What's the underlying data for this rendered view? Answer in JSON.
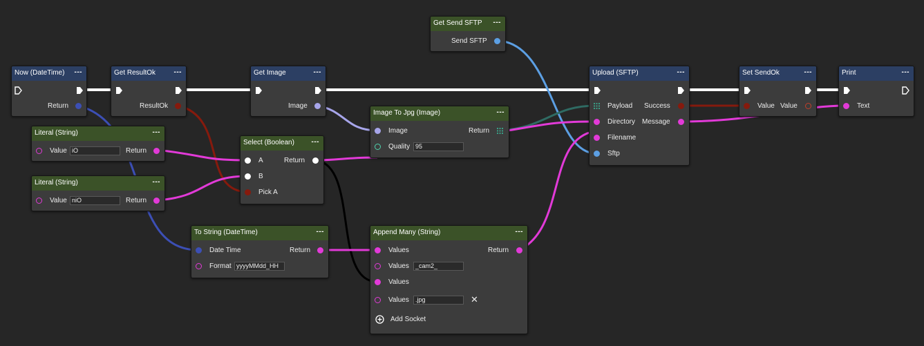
{
  "nodes": {
    "now": {
      "title": "Now (DateTime)",
      "menu": "---",
      "return_label": "Return"
    },
    "get_result_ok": {
      "title": "Get ResultOk",
      "menu": "---",
      "pin_label": "ResultOk"
    },
    "get_image": {
      "title": "Get Image",
      "menu": "---",
      "pin_label": "Image"
    },
    "get_send_sftp": {
      "title": "Get Send SFTP",
      "menu": "---",
      "pin_label": "Send SFTP"
    },
    "literal1": {
      "title": "Literal (String)",
      "menu": "---",
      "value_label": "Value",
      "value": "iO",
      "return_label": "Return"
    },
    "literal2": {
      "title": "Literal (String)",
      "menu": "---",
      "value_label": "Value",
      "value": "niO",
      "return_label": "Return"
    },
    "select_bool": {
      "title": "Select (Boolean)",
      "menu": "---",
      "a_label": "A",
      "b_label": "B",
      "pick_label": "Pick A",
      "return_label": "Return"
    },
    "image_to_jpg": {
      "title": "Image To Jpg (Image)",
      "menu": "---",
      "image_label": "Image",
      "quality_label": "Quality",
      "quality_value": "95",
      "return_label": "Return"
    },
    "to_string": {
      "title": "To String (DateTime)",
      "menu": "---",
      "datetime_label": "Date Time",
      "format_label": "Format",
      "format_value": "yyyyMMdd_HH",
      "return_label": "Return"
    },
    "append_many": {
      "title": "Append Many (String)",
      "menu": "---",
      "values_label": "Values",
      "value2": "_cam2_",
      "value4": ".jpg",
      "return_label": "Return",
      "remove_glyph": "✕",
      "add_socket_label": "Add Socket"
    },
    "upload": {
      "title": "Upload (SFTP)",
      "menu": "---",
      "payload_label": "Payload",
      "directory_label": "Directory",
      "filename_label": "Filename",
      "sftp_label": "Sftp",
      "success_label": "Success",
      "message_label": "Message"
    },
    "set_send_ok": {
      "title": "Set SendOk",
      "menu": "---",
      "value_in_label": "Value",
      "value_out_label": "Value"
    },
    "print": {
      "title": "Print",
      "menu": "---",
      "text_label": "Text"
    }
  },
  "colors": {
    "background": "#262626",
    "node_body": "#3c3c3c",
    "header_blue": "#2c3f63",
    "header_green": "#3b5228",
    "wire_exec": "#ffffff",
    "wire_string": "#e23ad8",
    "wire_datetime": "#3c4fb5",
    "wire_image": "#a7a5ea",
    "wire_bool_red": "#861a0d",
    "wire_sftp": "#5c9fe3",
    "wire_bytes": "#2f6b63",
    "wire_bool": "#000000"
  }
}
